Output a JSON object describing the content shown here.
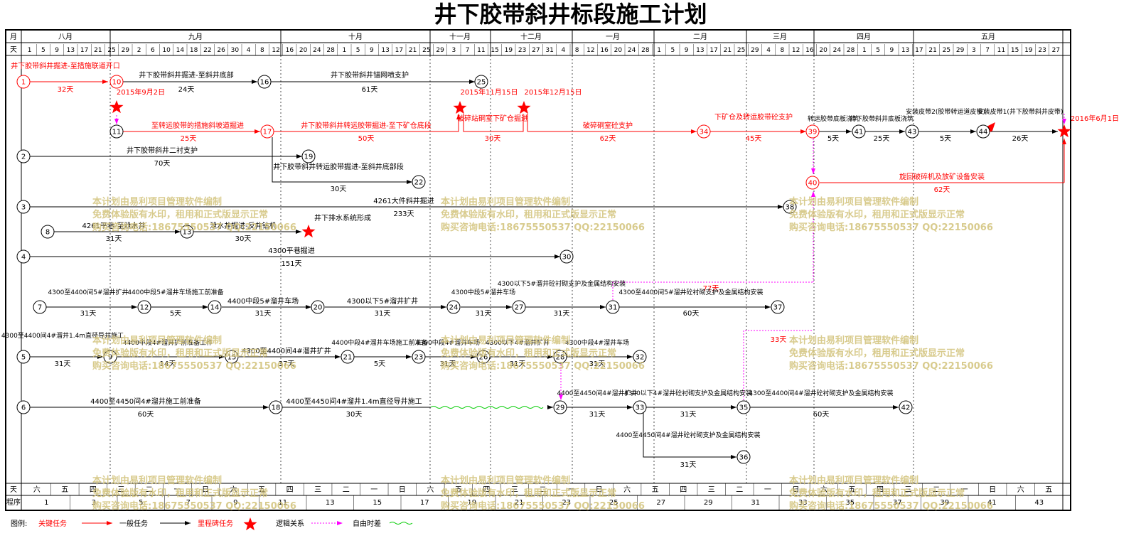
{
  "title": "井下胶带斜井标段施工计划",
  "header": {
    "month_label": "月",
    "day_label": "天",
    "months": [
      "八月",
      "九月",
      "十月",
      "十一月",
      "十二月",
      "一月",
      "二月",
      "三月",
      "四月",
      "五月"
    ],
    "days": [
      "1",
      "5",
      "9",
      "13",
      "17",
      "21",
      "25",
      "29",
      "2",
      "6",
      "10",
      "14",
      "18",
      "22",
      "26",
      "30",
      "4",
      "8",
      "12",
      "16",
      "20",
      "24",
      "28",
      "1",
      "5",
      "9",
      "13",
      "17",
      "21",
      "25",
      "29",
      "3",
      "7",
      "11",
      "15",
      "19",
      "23",
      "27",
      "31",
      "4",
      "8",
      "12",
      "16",
      "20",
      "24",
      "28",
      "1",
      "5",
      "9",
      "13",
      "17",
      "21",
      "25",
      "29",
      "4",
      "8",
      "12",
      "16",
      "20",
      "24",
      "28",
      "1",
      "5",
      "9",
      "13",
      "17",
      "21",
      "25",
      "29",
      "3",
      "7",
      "11",
      "15",
      "19",
      "23",
      "27"
    ]
  },
  "footer": {
    "day_label": "天",
    "week_label": "程序",
    "weekdays": [
      "六",
      "五",
      "四",
      "三",
      "二",
      "一",
      "日",
      "六",
      "五",
      "四",
      "三",
      "二",
      "一",
      "日",
      "六",
      "五",
      "四",
      "三",
      "二",
      "一",
      "日",
      "六",
      "五",
      "四",
      "三",
      "二",
      "一",
      "日",
      "六",
      "五",
      "四",
      "三",
      "二",
      "一",
      "日",
      "六",
      "五"
    ],
    "numbers": [
      "1",
      "3",
      "5",
      "7",
      "9",
      "11",
      "13",
      "15",
      "17",
      "19",
      "21",
      "23",
      "25",
      "27",
      "29",
      "31",
      "33",
      "35",
      "37",
      "39",
      "41",
      "43"
    ]
  },
  "legend": {
    "label": "图例:",
    "critical": "关键任务",
    "normal": "一般任务",
    "milestone": "里程碑任务",
    "logic": "逻辑关系",
    "free_float": "自由时差"
  },
  "nodes": [
    "1",
    "2",
    "3",
    "4",
    "5",
    "6",
    "7",
    "8",
    "9",
    "10",
    "11",
    "12",
    "13",
    "14",
    "15",
    "16",
    "17",
    "18",
    "19",
    "20",
    "21",
    "22",
    "23",
    "24",
    "25",
    "26",
    "27",
    "28",
    "29",
    "30",
    "31",
    "32",
    "33",
    "34",
    "35",
    "36",
    "37",
    "38",
    "39",
    "40",
    "41",
    "42",
    "43",
    "44"
  ],
  "milestones": {
    "m1_date": "2015年9月2日",
    "m2_date": "2015年11月15日",
    "m3_date": "2015年12月15日",
    "m4_date": "2016年6月1日",
    "drainage": "井下排水系统形成"
  },
  "tasks": {
    "t1_name": "井下胶带斜井掘进-至措施联道开口",
    "t1_dur": "32天",
    "t10_name": "井下胶带斜井掘进-至斜井底部",
    "t10_dur": "24天",
    "t16_name": "井下胶带斜井锚网喷支护",
    "t16_dur": "61天",
    "t11_name": "至转运胶带的措施斜坡道掘进",
    "t11_dur": "25天",
    "t17_name": "井下胶带斜井转运胶带掘进-至下矿仓底段",
    "t17_dur": "50天",
    "tb_name": "破碎站硐室下矿仓掘进",
    "tb_dur": "30天",
    "t34_name": "破碎硐室砼支护",
    "t34_dur": "62天",
    "t39_name": "下矿仓及转运胶带砼支护",
    "t39_dur": "45天",
    "t41_name": "转运胶带底板浇筑",
    "t41_dur": "5天",
    "t43_name": "井下胶带斜井底板浇筑",
    "t43_dur": "25天",
    "t44_name": "安装皮带2(胶带转运道皮带)",
    "t44_dur": "5天",
    "t45_name": "安装皮带1(井下胶带斜井皮带)",
    "t45_dur": "26天",
    "t40_name": "旋回破碎机及放矿设备安装",
    "t40_dur": "62天",
    "t2_name": "井下胶带斜井二衬支护",
    "t2_dur": "70天",
    "t22_name": "井下胶带斜井转运胶带掘进-至斜井底部段",
    "t22_dur": "30天",
    "t3_name": "4261大件斜井掘进",
    "t3_dur": "233天",
    "t8_name": "4261平巷-至泄水井",
    "t8_dur": "31天",
    "t13_name": "泄水井掘进-反井钻机",
    "t13_dur": "30天",
    "t4_name": "4300平巷掘进",
    "t4_dur": "151天",
    "t7_name": "4300至4400间5#溜井扩井",
    "t7_dur": "31天",
    "t12_name": "4400中段5#溜井车场施工前准备",
    "t12_dur": "5天",
    "t14_name": "4400中段5#溜井车场",
    "t14_dur": "31天",
    "t20_name": "4300以下5#溜井扩井",
    "t20_dur": "31天",
    "t24_name": "4300中段5#溜井车场",
    "t24_dur": "31天",
    "t27_name": "4300以下5#溜井砼衬砌支护及金属结构安装",
    "t27_dur": "31天",
    "t31_name": "4300至4400间5#溜井砼衬砌支护及金属结构安装",
    "t31_dur": "60天",
    "t31_float": "77天",
    "t5_name": "4300至4400间4#溜井1.4m直径导井施工",
    "t5_dur": "31天",
    "t9_name": "4400中段4#溜井扩前准备工作",
    "t9_dur": "14天",
    "t15_name": "4300至4400间4#溜井扩井",
    "t15_dur": "37天",
    "t21_name": "4400中段4#溜井车场施工前准备",
    "t21_dur": "5天",
    "t23_name": "4300中段4#溜井车场",
    "t23_dur": "31天",
    "t26_name": "4300以下4#溜井扩井",
    "t26_dur": "31天",
    "t28_name": "4300中段4#溜井车场",
    "t28_dur": "31天",
    "t35_float": "33天",
    "t6_name": "4400至4450间4#溜井施工前准备",
    "t6_dur": "60天",
    "t18_name": "4400至4450间4#溜井1.4m直径导井施工",
    "t18_dur": "30天",
    "t29_name": "4400至4450间4#溜井扩井",
    "t29_dur": "31天",
    "t33_name": "4300以下4#溜井砼衬砌支护及金属结构安装",
    "t33_dur": "31天",
    "t35_name": "4300至4400间4#溜井砼衬砌支护及金属结构安装",
    "t35_dur": "60天",
    "t36_name": "4400至4450间4#溜井砼衬砌支护及金属结构安装",
    "t36_dur": "31天"
  },
  "watermark": {
    "line1": "本计划由易利项目管理软件编制",
    "line2": "免费体验版有水印，租用和正式版显示正常",
    "line3": "购买咨询电话:18675550537 QQ:22150066"
  },
  "colors": {
    "critical": "#ff0000",
    "normal": "#000000",
    "logic": "#ff00ff",
    "float": "#00cc00",
    "watermark": "#d2c27a"
  }
}
